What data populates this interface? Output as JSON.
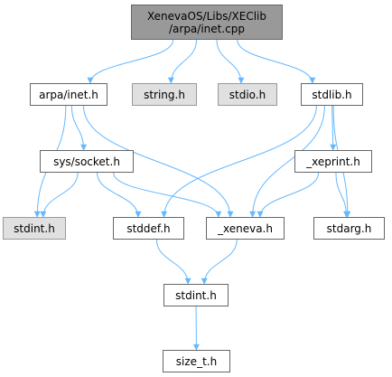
{
  "title": "XenevaOS/Libs/XEClib/arpa/inet.cpp",
  "colors": {
    "edge": "#63b8ff",
    "node_border": "#666666",
    "root_fill": "#999999",
    "external_fill": "#e0e0e0",
    "node_fill": "#ffffff"
  },
  "nodes": {
    "root": {
      "line1": "XenevaOS/Libs/XEClib",
      "line2": "/arpa/inet.cpp"
    },
    "arpa_inet_h": {
      "label": "arpa/inet.h"
    },
    "string_h": {
      "label": "string.h"
    },
    "stdio_h": {
      "label": "stdio.h"
    },
    "stdlib_h": {
      "label": "stdlib.h"
    },
    "sys_socket_h": {
      "label": "sys/socket.h"
    },
    "xeprint_h": {
      "label": "_xeprint.h"
    },
    "stdint_h_ext": {
      "label": "stdint.h"
    },
    "stddef_h": {
      "label": "stddef.h"
    },
    "xeneva_h": {
      "label": "_xeneva.h"
    },
    "stdarg_h": {
      "label": "stdarg.h"
    },
    "stdint_h": {
      "label": "stdint.h"
    },
    "size_t_h": {
      "label": "size_t.h"
    }
  },
  "edges": [
    [
      "root",
      "arpa_inet_h"
    ],
    [
      "root",
      "string_h"
    ],
    [
      "root",
      "stdio_h"
    ],
    [
      "root",
      "stdlib_h"
    ],
    [
      "arpa_inet_h",
      "sys_socket_h"
    ],
    [
      "arpa_inet_h",
      "stdint_h_ext"
    ],
    [
      "arpa_inet_h",
      "xeneva_h"
    ],
    [
      "stdlib_h",
      "stddef_h"
    ],
    [
      "stdlib_h",
      "xeneva_h"
    ],
    [
      "stdlib_h",
      "xeprint_h"
    ],
    [
      "stdlib_h",
      "stdarg_h"
    ],
    [
      "sys_socket_h",
      "stdint_h_ext"
    ],
    [
      "sys_socket_h",
      "stddef_h"
    ],
    [
      "sys_socket_h",
      "xeneva_h"
    ],
    [
      "xeprint_h",
      "xeneva_h"
    ],
    [
      "xeprint_h",
      "stdarg_h"
    ],
    [
      "stddef_h",
      "stdint_h"
    ],
    [
      "xeneva_h",
      "stdint_h"
    ],
    [
      "stdint_h",
      "size_t_h"
    ]
  ]
}
